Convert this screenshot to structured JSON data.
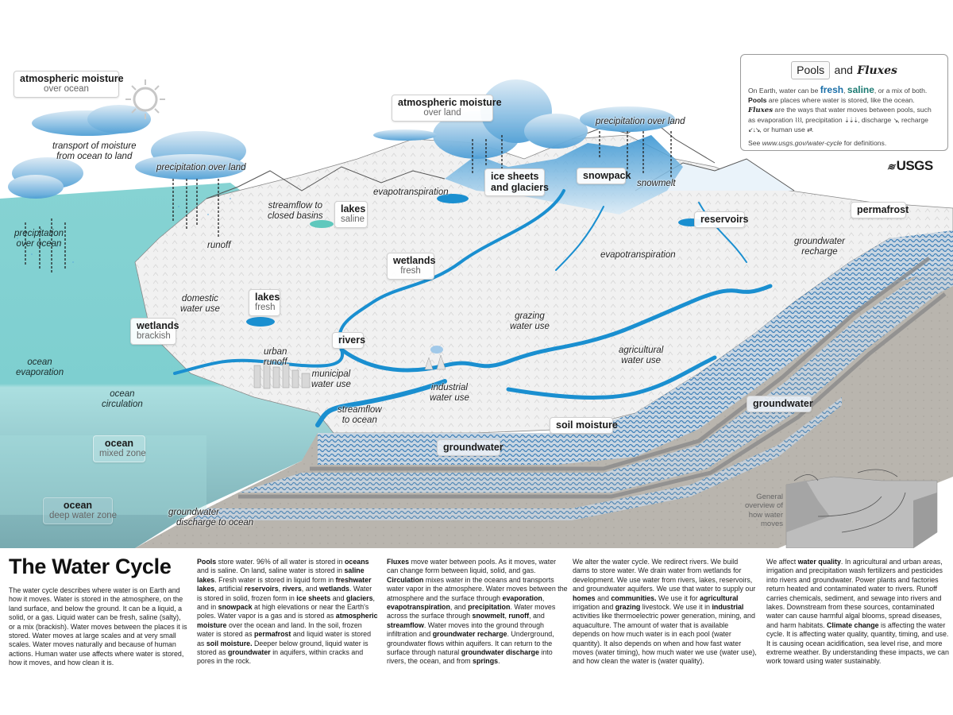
{
  "title": "The Water Cycle",
  "publisher": "USGS",
  "colors": {
    "ocean_surface": "#7ecfd0",
    "ocean_mixed": "#a9dfe0",
    "ocean_deep": "#7fb3b8",
    "river_blue": "#1a8fd0",
    "cloud_blue": "#5aa9da",
    "groundwater_blue": "#3d7fb8",
    "bedrock_gray": "#b9b5ae",
    "fresh_text": "#1b6fa8",
    "saline_text": "#1d7b73"
  },
  "legend": {
    "pools_label": "Pools",
    "and_label": "and",
    "fluxes_label": "Fluxes",
    "line1_prefix": "On Earth, water can be",
    "fresh": "fresh",
    "comma1": ",",
    "saline": "saline",
    "line1_suffix": ", or a mix of both.",
    "pools_bold": "Pools",
    "pools_def": " are places where water is stored, like the ocean.",
    "fluxes_bold": "Fluxes",
    "fluxes_def": " are the ways that water moves between pools, such as evaporation",
    "evaporation_icon": "⌇⌇⌇",
    "precip_text": ", precipitation",
    "precipitation_icon": "⇣⇣⇣",
    "discharge_text": ", discharge",
    "discharge_icon": "↘",
    "recharge_text": ", recharge",
    "recharge_icon": "↙↓↘",
    "human_use_text": ", or human use",
    "human_use_icon": "⇄",
    "end_period": ".",
    "see_prefix": "See",
    "see_url": "www.usgs.gov/water-cycle",
    "see_suffix": "for definitions."
  },
  "pools": [
    {
      "id": "atmo-ocean",
      "title": "atmospheric moisture",
      "subtitle": "over ocean"
    },
    {
      "id": "atmo-land",
      "title": "atmospheric moisture",
      "subtitle": "over land"
    },
    {
      "id": "lakes-saline",
      "title": "lakes",
      "subtitle": "saline"
    },
    {
      "id": "lakes-fresh",
      "title": "lakes",
      "subtitle": "fresh"
    },
    {
      "id": "wetlands-fresh",
      "title": "wetlands",
      "subtitle": "fresh"
    },
    {
      "id": "wetlands-brackish",
      "title": "wetlands",
      "subtitle": "brackish"
    },
    {
      "id": "ice-sheets",
      "title": "ice sheets and glaciers",
      "title_line1": "ice sheets",
      "title_line2": "and glaciers"
    },
    {
      "id": "snowpack",
      "title": "snowpack"
    },
    {
      "id": "reservoirs",
      "title": "reservoirs"
    },
    {
      "id": "permafrost",
      "title": "permafrost"
    },
    {
      "id": "rivers",
      "title": "rivers"
    },
    {
      "id": "soil-moisture",
      "title": "soil moisture"
    },
    {
      "id": "groundwater-1",
      "title": "groundwater"
    },
    {
      "id": "groundwater-2",
      "title": "groundwater"
    },
    {
      "id": "ocean-mixed",
      "title": "ocean",
      "subtitle": "mixed zone"
    },
    {
      "id": "ocean-deep",
      "title": "ocean",
      "subtitle": "deep water zone"
    }
  ],
  "fluxes": {
    "transport": {
      "l1": "transport of moisture",
      "l2": "from ocean to land"
    },
    "precip_land_1": "precipitation over land",
    "precip_land_2": "precipitation over land",
    "precip_ocean": {
      "l1": "precipitation",
      "l2": "over ocean"
    },
    "runoff": "runoff",
    "streamflow_closed": {
      "l1": "streamflow to",
      "l2": "closed basins"
    },
    "evapotranspiration_1": "evapotranspiration",
    "evapotranspiration_2": "evapotranspiration",
    "snowmelt": "snowmelt",
    "gw_recharge": {
      "l1": "groundwater",
      "l2": "recharge"
    },
    "domestic": {
      "l1": "domestic",
      "l2": "water use"
    },
    "ocean_evap": {
      "l1": "ocean",
      "l2": "evaporation"
    },
    "ocean_circ": {
      "l1": "ocean",
      "l2": "circulation"
    },
    "urban_runoff": {
      "l1": "urban",
      "l2": "runoff"
    },
    "municipal": {
      "l1": "municipal",
      "l2": "water use"
    },
    "grazing": {
      "l1": "grazing",
      "l2": "water use"
    },
    "agricultural": {
      "l1": "agricultural",
      "l2": "water use"
    },
    "industrial": {
      "l1": "industrial",
      "l2": "water use"
    },
    "streamflow_ocean": {
      "l1": "streamflow",
      "l2": "to ocean"
    },
    "gw_discharge": {
      "l1": "groundwater",
      "l2": "discharge to ocean"
    }
  },
  "overview_caption": {
    "l1": "General",
    "l2": "overview of",
    "l3": "how water",
    "l4": "moves"
  },
  "text_columns": {
    "col1": "The water cycle describes where water is on Earth and how it moves. Water is stored in the atmosphere, on the land surface, and below the ground. It can be a liquid, a solid, or a gas. Liquid water can be fresh, saline (salty), or a mix (brackish). Water moves between the places it is stored. Water moves at large scales and at very small scales. Water moves naturally and because of human actions. Human water use affects where water is stored, how it moves, and how clean it is.",
    "col2": [
      {
        "b": "Pools"
      },
      {
        "t": " store water. 96% of all water is stored in "
      },
      {
        "b": "oceans"
      },
      {
        "t": " and is saline. On land, saline water is stored in "
      },
      {
        "b": "saline lakes"
      },
      {
        "t": ". Fresh water is stored in liquid form in "
      },
      {
        "b": "freshwater lakes"
      },
      {
        "t": ", artificial "
      },
      {
        "b": "reservoirs"
      },
      {
        "t": ", "
      },
      {
        "b": "rivers"
      },
      {
        "t": ", and "
      },
      {
        "b": "wetlands"
      },
      {
        "t": ". Water is stored in solid, frozen form in "
      },
      {
        "b": "ice sheets"
      },
      {
        "t": " and "
      },
      {
        "b": "glaciers"
      },
      {
        "t": ", and in "
      },
      {
        "b": "snowpack"
      },
      {
        "t": " at high elevations or near the Earth's poles. Water vapor is a gas and is stored as "
      },
      {
        "b": "atmospheric moisture"
      },
      {
        "t": " over the ocean and land. In the soil, frozen water is stored as "
      },
      {
        "b": "permafrost"
      },
      {
        "t": " and liquid water is stored as "
      },
      {
        "b": "soil moisture."
      },
      {
        "t": " Deeper below ground, liquid water is stored as "
      },
      {
        "b": "groundwater"
      },
      {
        "t": " in aquifers, within cracks and pores in the rock."
      }
    ],
    "col3": [
      {
        "b": "Fluxes"
      },
      {
        "t": " move water between pools. As it moves, water can change form between liquid, solid, and gas. "
      },
      {
        "b": "Circulation"
      },
      {
        "t": " mixes water in the oceans and transports water vapor in the atmosphere. Water moves between the atmosphere and the surface through "
      },
      {
        "b": "evaporation"
      },
      {
        "t": ", "
      },
      {
        "b": "evapotranspiration"
      },
      {
        "t": ", and "
      },
      {
        "b": "precipitation"
      },
      {
        "t": ". Water moves across the surface through "
      },
      {
        "b": "snowmelt"
      },
      {
        "t": ", "
      },
      {
        "b": "runoff"
      },
      {
        "t": ", and "
      },
      {
        "b": "streamflow"
      },
      {
        "t": ". Water moves into the ground through infiltration and "
      },
      {
        "b": "groundwater recharge"
      },
      {
        "t": ". Underground, groundwater flows within aquifers. It can return to the surface through natural "
      },
      {
        "b": "groundwater discharge"
      },
      {
        "t": " into rivers, the ocean, and from "
      },
      {
        "b": "springs"
      },
      {
        "t": "."
      }
    ],
    "col4": [
      {
        "t": "We alter the water cycle. We redirect rivers. We build dams to store water. We drain water from wetlands for development. We use water from rivers, lakes, reservoirs, and groundwater aquifers. We use that water to supply our "
      },
      {
        "b": "homes"
      },
      {
        "t": " and "
      },
      {
        "b": "communities."
      },
      {
        "t": " We use it for "
      },
      {
        "b": "agricultural"
      },
      {
        "t": " irrigation and "
      },
      {
        "b": "grazing"
      },
      {
        "t": " livestock. We use it in "
      },
      {
        "b": "industrial"
      },
      {
        "t": " activities like thermoelectric power generation, mining, and aquaculture. The amount of water that is available depends on how much water is in each pool (water quantity). It also depends on when and how fast water moves (water timing), how much water we use (water use), and how clean the water is (water quality)."
      }
    ],
    "col5": [
      {
        "t": "We affect "
      },
      {
        "b": "water quality"
      },
      {
        "t": ". In agricultural and urban areas, irrigation and precipitation wash fertilizers and pesticides into rivers and groundwater. Power plants and factories return heated and contaminated water to rivers. Runoff carries chemicals, sediment, and sewage into rivers and lakes. Downstream from these sources, contaminated water can cause harmful algal blooms, spread diseases, and harm habitats. "
      },
      {
        "b": "Climate change"
      },
      {
        "t": " is affecting the water cycle. It is affecting water quality, quantity, timing, and use. It is causing ocean acidification, sea level rise, and more extreme weather. By understanding these impacts, we can work toward using water sustainably."
      }
    ]
  }
}
